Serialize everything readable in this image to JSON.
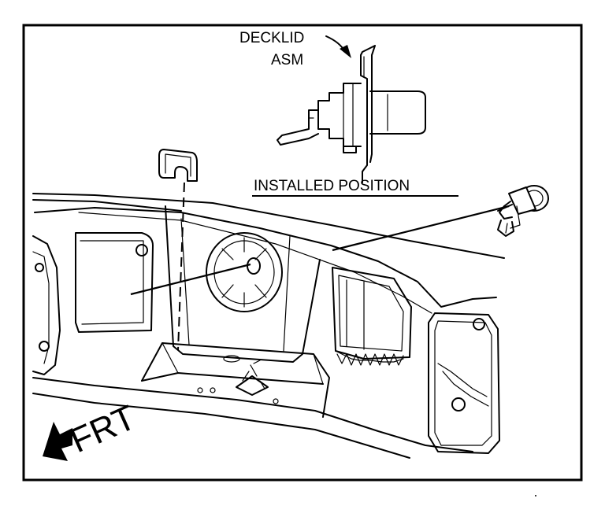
{
  "labels": {
    "decklid_line1": "DECKLID",
    "decklid_line2": "ASM",
    "installed_position": "INSTALLED POSITION",
    "front": "FRT"
  },
  "colors": {
    "ink": "#000000",
    "paper": "#ffffff"
  },
  "icons": {
    "front_arrow": "arrow-down-left-icon"
  }
}
